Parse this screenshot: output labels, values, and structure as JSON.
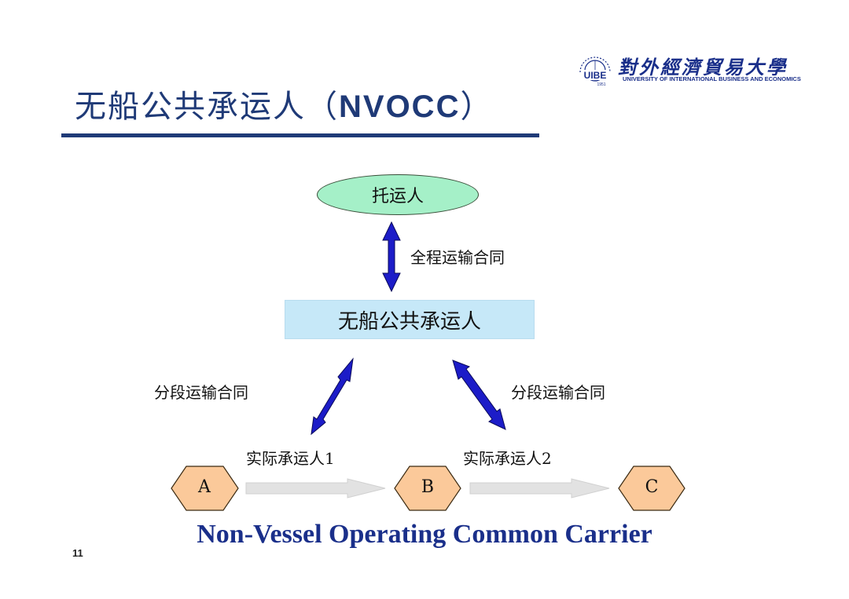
{
  "slide": {
    "title_cn": "无船公共承运人（",
    "title_latin": "NVOCC",
    "title_close": "）",
    "page_number": "11",
    "subtitle": "Non-Vessel Operating Common Carrier"
  },
  "logo": {
    "chinese": "對外經濟貿易大學",
    "english": "UNIVERSITY OF INTERNATIONAL BUSINESS AND ECONOMICS",
    "emblem_text": "UIBE",
    "emblem_year": "1951"
  },
  "diagram": {
    "shipper": "托运人",
    "nvocc": "无船公共承运人",
    "contract_full": "全程运输合同",
    "contract_left": "分段运输合同",
    "contract_right": "分段运输合同",
    "carrier1": "实际承运人1",
    "carrier2": "实际承运人2",
    "node_a": "A",
    "node_b": "B",
    "node_c": "C"
  },
  "colors": {
    "title": "#1f3a77",
    "shipper_fill": "#a5f0c8",
    "nvocc_fill": "#c6e8f8",
    "hex_fill": "#fbc99a",
    "arrow_fill": "#1c1cc8",
    "route_arrow": "#e2e2e2",
    "subtitle": "#1a2f8a"
  }
}
